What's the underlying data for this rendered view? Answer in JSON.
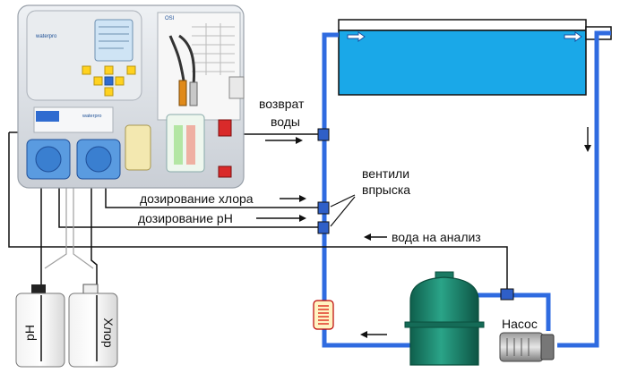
{
  "labels": {
    "return_water_line1": "возврат",
    "return_water_line2": "воды",
    "injection_valves_line1": "вентили",
    "injection_valves_line2": "впрыска",
    "chlorine_dosing": "дозирование хлора",
    "ph_dosing": "дозирование pH",
    "water_for_analysis": "вода на анализ",
    "pump": "Насос",
    "canister_ph": "pH",
    "canister_chlorine": "Хлор"
  },
  "device": {
    "brand_main": "waterpro",
    "brand_small": "OSI",
    "panel_brand": "waterpro"
  },
  "colors": {
    "pipe": "#2f6be0",
    "water": "#1aa8e8",
    "device_body": "#dfe3e8",
    "controller_screen": "#cfe4f5",
    "pump_head": "#4a8fd8",
    "filter_tank": "#1f8a72",
    "heater": "#e03a2a"
  },
  "icons": [
    "arrow-right-icon",
    "arrow-left-icon",
    "arrow-down-icon",
    "pump-motor-icon",
    "heater-icon"
  ]
}
